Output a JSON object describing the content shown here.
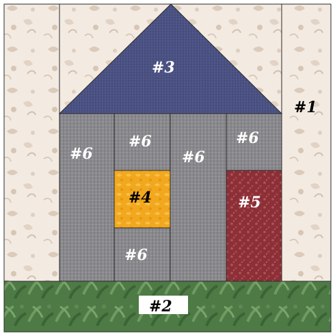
{
  "quilt_block": {
    "labels": {
      "background": "#1",
      "grass": "#2",
      "roof": "#3",
      "window": "#4",
      "door": "#5",
      "wall_left": "#6",
      "wall_above_window": "#6",
      "wall_below_window": "#6",
      "wall_center": "#6",
      "wall_above_door": "#6"
    },
    "colors": {
      "background_fabric": "#f3ebe2",
      "background_floral": "#d7c4b3",
      "roof_fabric": "#4b5283",
      "wall_fabric": "#8a8a8e",
      "window_fabric": "#f2a81e",
      "door_fabric": "#8c2f37",
      "grass_fabric": "#4d7a45",
      "seam_line": "#2a2a2a"
    }
  }
}
